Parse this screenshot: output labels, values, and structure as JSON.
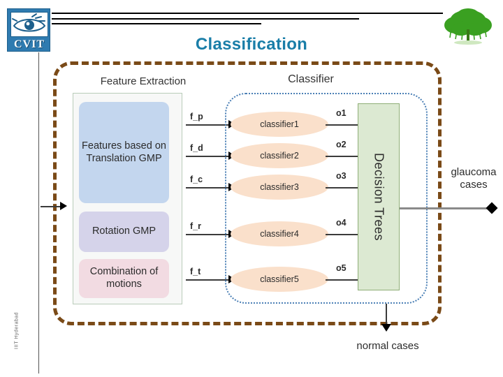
{
  "slide": {
    "title": "Classification",
    "title_color": "#1a7ea8",
    "footer_side_text": "IIIT Hyderabad"
  },
  "logos": {
    "cvit": {
      "name": "cvit-logo",
      "text": "CVIT",
      "color": "#2f7bb0"
    },
    "institute_tree": {
      "name": "tree-logo",
      "color": "#3aa021"
    }
  },
  "diagram": {
    "feature_extraction": {
      "title": "Feature Extraction",
      "boxes": [
        {
          "label": "Features based on Translation GMP",
          "color": "#c3d6ee"
        },
        {
          "label": "Rotation GMP",
          "color": "#d5d3ea"
        },
        {
          "label": "Combination of motions",
          "color": "#f2dbe2"
        }
      ]
    },
    "feature_edges": [
      {
        "label": "f_p"
      },
      {
        "label": "f_d"
      },
      {
        "label": "f_c"
      },
      {
        "label": "f_r"
      },
      {
        "label": "f_t"
      }
    ],
    "classifier": {
      "title": "Classifier",
      "border_color": "#4a7fb5",
      "nodes": [
        {
          "label": "classifier1"
        },
        {
          "label": "classifier2"
        },
        {
          "label": "classifier3"
        },
        {
          "label": "classifier4"
        },
        {
          "label": "classifier5"
        }
      ]
    },
    "classifier_outputs": [
      {
        "label": "o1"
      },
      {
        "label": "o2"
      },
      {
        "label": "o3"
      },
      {
        "label": "o4"
      },
      {
        "label": "o5"
      }
    ],
    "decision_trees": {
      "label": "Decision Trees",
      "color": "#dce9d2"
    },
    "outcomes": [
      {
        "label": "glaucoma cases"
      },
      {
        "label": "normal cases"
      }
    ],
    "frame_color": "#7a4a17"
  }
}
